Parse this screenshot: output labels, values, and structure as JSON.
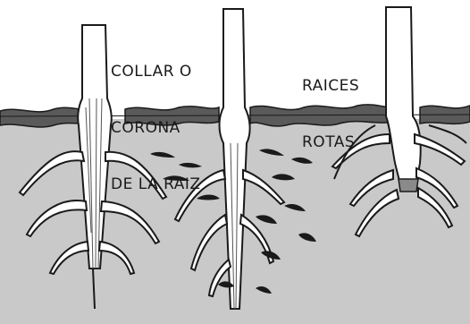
{
  "labels": {
    "collar": [
      "COLLAR O",
      "CORONA",
      "DE LA RAIZ"
    ],
    "broken_roots": [
      "RAICES",
      "ROTAS"
    ]
  },
  "colors": {
    "soil": "#c9c9c9",
    "ink": "#1a1a1a",
    "stem": "#ffffff",
    "background": "#ffffff"
  }
}
